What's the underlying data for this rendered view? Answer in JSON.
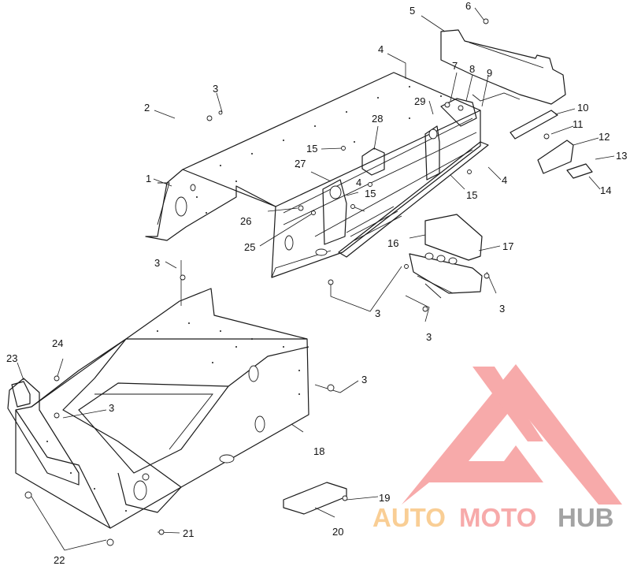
{
  "callouts": [
    {
      "id": "c1",
      "text": "1"
    },
    {
      "id": "c2",
      "text": "2"
    },
    {
      "id": "c3a",
      "text": "3"
    },
    {
      "id": "c4a",
      "text": "4"
    },
    {
      "id": "c4b",
      "text": "4"
    },
    {
      "id": "c4c",
      "text": "4"
    },
    {
      "id": "c5",
      "text": "5"
    },
    {
      "id": "c6",
      "text": "6"
    },
    {
      "id": "c7",
      "text": "7"
    },
    {
      "id": "c8",
      "text": "8"
    },
    {
      "id": "c9",
      "text": "9"
    },
    {
      "id": "c10",
      "text": "10"
    },
    {
      "id": "c11",
      "text": "11"
    },
    {
      "id": "c12",
      "text": "12"
    },
    {
      "id": "c13",
      "text": "13"
    },
    {
      "id": "c14",
      "text": "14"
    },
    {
      "id": "c15a",
      "text": "15"
    },
    {
      "id": "c15b",
      "text": "15"
    },
    {
      "id": "c15c",
      "text": "15"
    },
    {
      "id": "c16",
      "text": "16"
    },
    {
      "id": "c17",
      "text": "17"
    },
    {
      "id": "c18",
      "text": "18"
    },
    {
      "id": "c19",
      "text": "19"
    },
    {
      "id": "c20",
      "text": "20"
    },
    {
      "id": "c21",
      "text": "21"
    },
    {
      "id": "c22",
      "text": "22"
    },
    {
      "id": "c23",
      "text": "23"
    },
    {
      "id": "c24",
      "text": "24"
    },
    {
      "id": "c25",
      "text": "25"
    },
    {
      "id": "c26",
      "text": "26"
    },
    {
      "id": "c27",
      "text": "27"
    },
    {
      "id": "c28",
      "text": "28"
    },
    {
      "id": "c29",
      "text": "29"
    },
    {
      "id": "c3b",
      "text": "3"
    },
    {
      "id": "c3c",
      "text": "3"
    },
    {
      "id": "c3d",
      "text": "3"
    },
    {
      "id": "c3e",
      "text": "3"
    },
    {
      "id": "c3f",
      "text": "3"
    },
    {
      "id": "c3g",
      "text": "3"
    }
  ],
  "watermark": {
    "part1": "AUTO",
    "part2": "MOTO",
    "part3": "HUB",
    "color_primary": "#f7a1a1",
    "color_secondary": "#f9c98a",
    "color_dark": "#9a9a9a"
  }
}
